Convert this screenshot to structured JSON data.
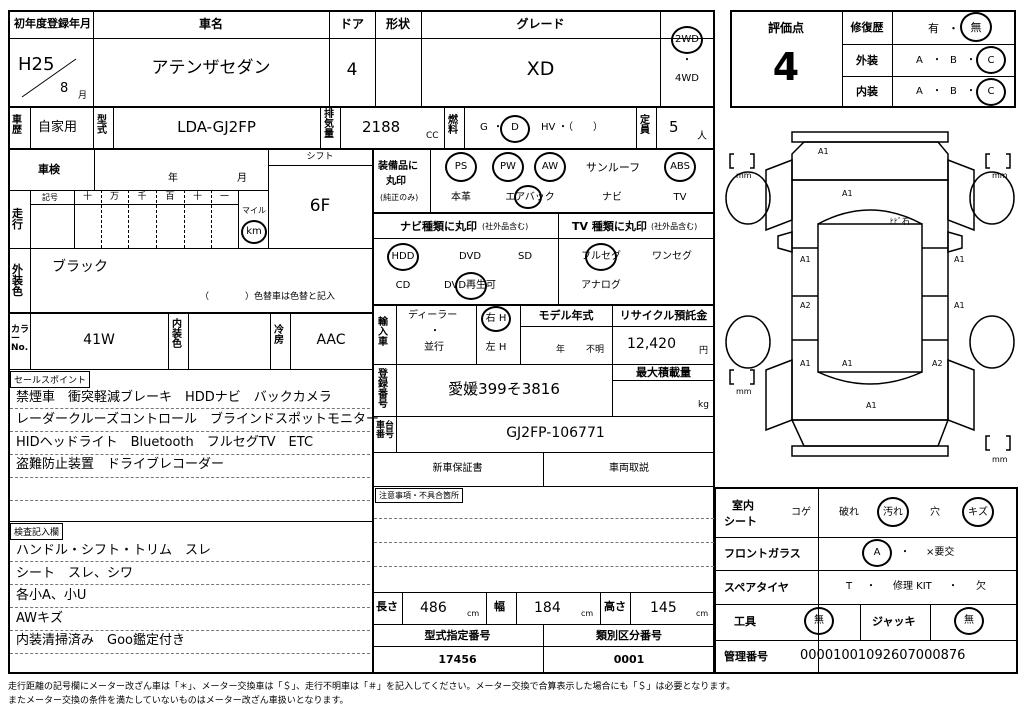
{
  "header": {
    "first_reg_label": "初年度登録年月",
    "first_reg_era_year": "H25",
    "first_reg_month": "8",
    "month_unit": "月",
    "car_name_label": "車名",
    "car_name": "アテンザセダン",
    "doors_label": "ドア",
    "doors": "4",
    "shape_label": "形状",
    "grade_label": "グレード",
    "grade": "XD",
    "drive_2wd": "2WD",
    "drive_4wd": "4WD",
    "drive_dot": "・"
  },
  "evaluation": {
    "score_label": "評価点",
    "score": "4",
    "repair_label": "修復歴",
    "repair_yes": "有",
    "repair_no": "無",
    "exterior_label": "外装",
    "interior_label": "内装",
    "grades": [
      "A",
      "B",
      "C"
    ],
    "dot": "・"
  },
  "row2": {
    "vehicle_history_label": "車歴",
    "vehicle_history": "自家用",
    "model_label": "型式",
    "model": "LDA-GJ2FP",
    "displacement_label": "排気量",
    "displacement": "2188",
    "cc": "CC",
    "fuel_label": "燃料",
    "fuel_g": "G",
    "fuel_d": "D",
    "fuel_hv": "HV",
    "fuel_paren": "・（　　）",
    "capacity_label": "定員",
    "capacity": "5",
    "person_unit": "人"
  },
  "inspection": {
    "shaken_label": "車検",
    "year_unit": "年",
    "month_unit": "月",
    "shift_label": "シフト",
    "shift": "6F",
    "mileage_label": "走行",
    "symbol_label": "記号",
    "digit_labels": [
      "十",
      "万",
      "千",
      "百",
      "十",
      "一"
    ],
    "mile_label": "マイル",
    "km_label": "km"
  },
  "exterior_color": {
    "label": "外装色",
    "value": "ブラック",
    "note": "（　　　　）色替車は色替と記入"
  },
  "color_row": {
    "color_no_label": "カラーNo.",
    "color_no": "41W",
    "interior_color_label": "内装色",
    "ac_label": "冷房",
    "ac": "AAC"
  },
  "sales_points": {
    "label": "セールスポイント",
    "lines": [
      "禁煙車　衝突軽減ブレーキ　HDDナビ　バックカメラ",
      "レーダークルーズコントロール　ブラインドスポットモニター",
      "HIDヘッドライト　Bluetooth　フルセグTV　ETC",
      "盗難防止装置　ドライブレコーダー"
    ]
  },
  "inspector_notes": {
    "label": "検査記入欄",
    "lines": [
      "ハンドル・シフト・トリム　スレ",
      "シート　スレ、シワ",
      "各小A、小U",
      "AWキズ",
      "内装清掃済み　Goo鑑定付き"
    ]
  },
  "equipment": {
    "label_line1": "装備品に",
    "label_line2": "丸印",
    "label_line3": "(純正のみ)",
    "items_top": [
      "PS",
      "PW",
      "AW",
      "サンルーフ",
      "ABS"
    ],
    "items_bottom": [
      "本革",
      "エアバック",
      "ナビ",
      "TV"
    ]
  },
  "navi": {
    "label": "ナビ種類に丸印",
    "sub": "(社外品含む)",
    "row1": [
      "HDD",
      "DVD",
      "SD"
    ],
    "row2": [
      "CD",
      "DVD再生可"
    ]
  },
  "tv": {
    "label": "TV 種類に丸印",
    "sub": "(社外品含む)",
    "row1": [
      "フルセグ",
      "ワンセグ"
    ],
    "row2": [
      "アナログ"
    ]
  },
  "import": {
    "label": "輸入車",
    "dealer": "ディーラー",
    "dot": "・",
    "parallel": "並行",
    "right": "右 H",
    "left": "左 H"
  },
  "model_year": {
    "label": "モデル年式",
    "year_unit": "年",
    "unknown": "不明"
  },
  "recycle": {
    "label": "リサイクル預託金",
    "value": "12,420",
    "unit": "円"
  },
  "registration": {
    "label": "登録番号",
    "value": "愛媛399そ3816",
    "max_load_label": "最大積載量",
    "kg": "kg"
  },
  "chassis": {
    "label": "車台番号",
    "value": "GJ2FP-106771"
  },
  "docs": {
    "warranty": "新車保証書",
    "manual": "車両取説"
  },
  "caution": {
    "label": "注意事項・不具合箇所"
  },
  "dimensions": {
    "length_label": "長さ",
    "length": "486",
    "width_label": "幅",
    "width": "184",
    "height_label": "高さ",
    "height": "145",
    "cm": "cm"
  },
  "type_numbers": {
    "designation_label": "型式指定番号",
    "designation": "17456",
    "category_label": "類別区分番号",
    "category": "0001"
  },
  "interior_seat": {
    "label_line1": "室内",
    "label_line2": "シート",
    "options": [
      "コゲ",
      "破れ",
      "汚れ",
      "穴",
      "キズ"
    ]
  },
  "windshield": {
    "label": "フロントガラス",
    "a": "A",
    "dot": "・",
    "needs_replace": "×要交"
  },
  "spare_tire": {
    "label": "スペアタイヤ",
    "t": "T",
    "dot": "・",
    "repair_kit": "修理 KIT",
    "none": "欠"
  },
  "tools": {
    "label": "工具",
    "value": "無",
    "jack_label": "ジャッキ",
    "jack_value": "無"
  },
  "management": {
    "label": "管理番号",
    "value": "00001001092607000876"
  },
  "diagram": {
    "mm": "mm",
    "marks": [
      "A1",
      "A1",
      "ﾋﾋﾞ石",
      "A1",
      "A1",
      "A2",
      "A1",
      "A1",
      "A1",
      "A2",
      "A1"
    ]
  },
  "footer": {
    "line1": "走行距離の記号欄にメーター改ざん車は「＊」、メーター交換車は「＄」、走行不明車は「＃」を記入してください。メーター交換で合算表示した場合にも「＄」は必要となります。",
    "line2": "またメーター交換の条件を満たしていないものはメーター改ざん車扱いとなります。"
  }
}
